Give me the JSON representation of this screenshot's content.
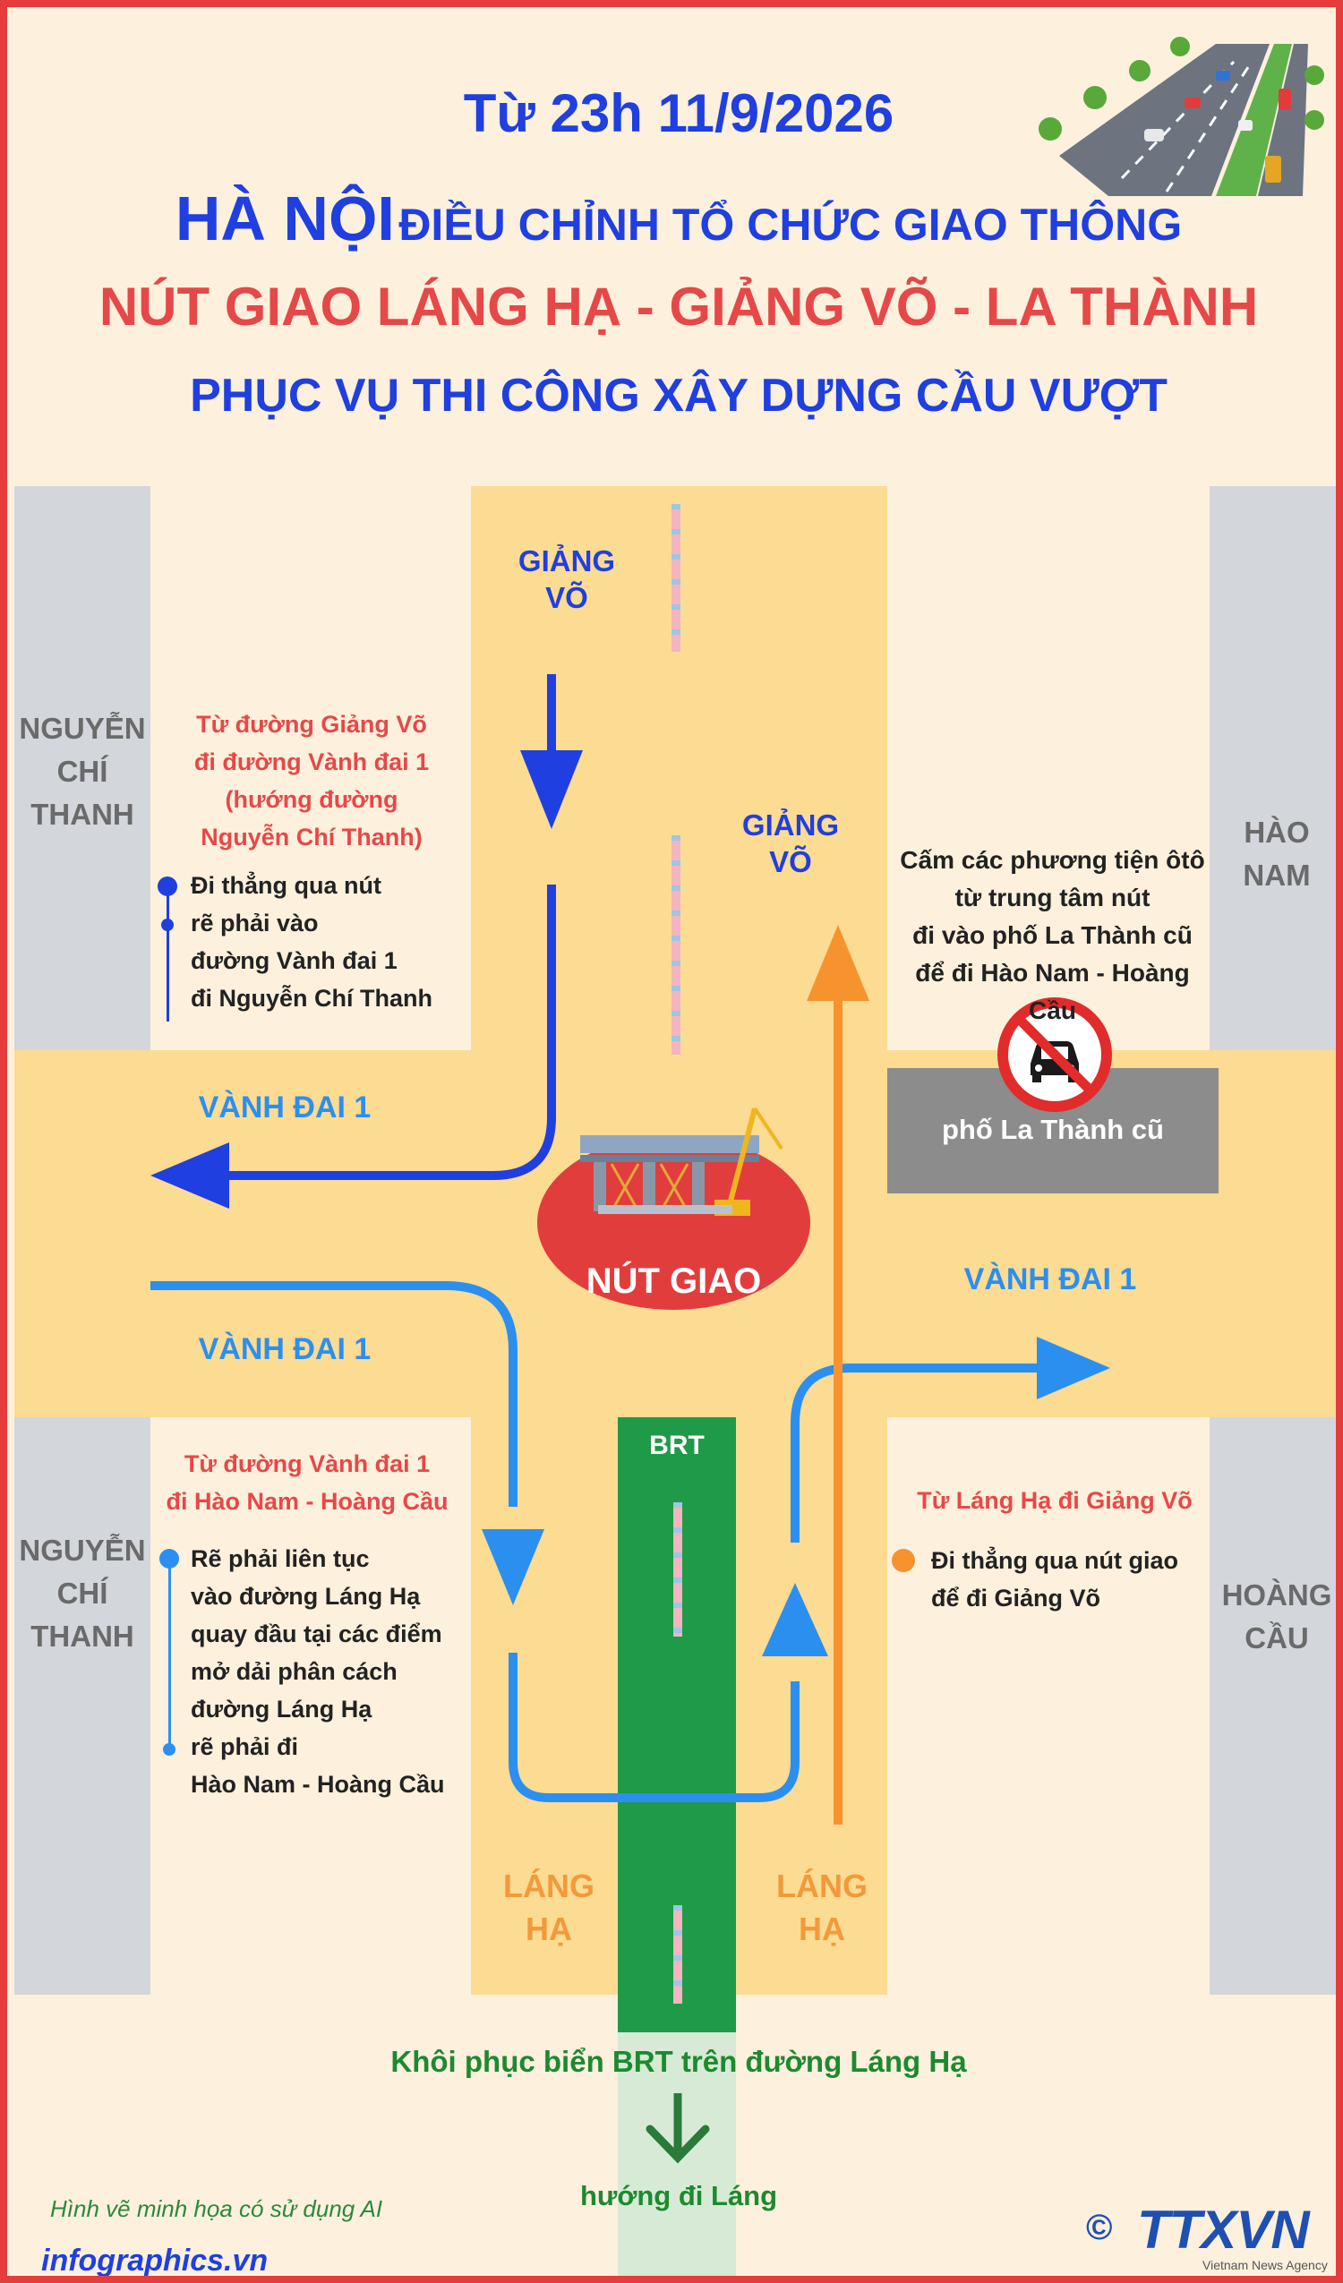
{
  "header": {
    "date_line": "Từ 23h 11/9/2026",
    "city": "HÀ NỘI",
    "headline": "ĐIỀU CHỈNH TỔ CHỨC GIAO THÔNG",
    "junction": "NÚT GIAO LÁNG HẠ - GIẢNG VÕ - LA THÀNH",
    "purpose": "PHỤC VỤ THI CÔNG XÂY DỰNG CẦU VƯỢT"
  },
  "streets": {
    "giang_vo_top": [
      "GIẢNG",
      "VÕ"
    ],
    "giang_vo_mid": [
      "GIẢNG",
      "VÕ"
    ],
    "vanh_dai_west_upper": "VÀNH ĐAI 1",
    "vanh_dai_west_lower": "VÀNH ĐAI 1",
    "vanh_dai_east": "VÀNH ĐAI 1",
    "nguyen_chi_thanh_upper": [
      "NGUYỄN",
      "CHÍ",
      "THANH"
    ],
    "nguyen_chi_thanh_lower": [
      "NGUYỄN",
      "CHÍ",
      "THANH"
    ],
    "hao_nam": [
      "HÀO",
      "NAM"
    ],
    "hoang_cau": [
      "HOÀNG",
      "CẦU"
    ],
    "lang_ha_left": [
      "LÁNG",
      "HẠ"
    ],
    "lang_ha_right": [
      "LÁNG",
      "HẠ"
    ],
    "la_thanh_cu": "phố La Thành cũ",
    "brt": "BRT"
  },
  "junction_badge": "NÚT GIAO",
  "route_giang_vo": {
    "title": [
      "Từ đường Giảng Võ",
      "đi đường Vành đai 1",
      "(hướng đường",
      "Nguyễn Chí Thanh)"
    ],
    "steps": [
      "Đi thẳng qua nút",
      "rẽ phải vào",
      "đường Vành đai 1",
      "đi Nguyễn Chí Thanh"
    ]
  },
  "route_vanh_dai": {
    "title": [
      "Từ đường Vành đai 1",
      "đi Hào Nam - Hoàng Cầu"
    ],
    "steps": [
      "Rẽ phải liên tục",
      "vào đường Láng Hạ",
      "quay đầu tại các điểm",
      "mở dải phân cách",
      "đường Láng Hạ",
      "rẽ phải đi",
      "Hào Nam - Hoàng Cầu"
    ]
  },
  "route_lang_ha": {
    "title": "Từ Láng Hạ đi Giảng Võ",
    "steps": [
      "Đi thẳng qua nút giao",
      "để đi Giảng Võ"
    ]
  },
  "prohibition": [
    "Cấm các phương tiện ôtô",
    "từ trung tâm nút",
    "đi vào phố La Thành cũ",
    "để đi Hào Nam - Hoàng Cầu"
  ],
  "brt_restore": "Khôi phục biển BRT trên đường Láng Hạ",
  "brt_direction": "hướng đi Láng",
  "footer": {
    "ai_note": "Hình vẽ minh họa có sử dụng AI",
    "website": "infographics.vn",
    "logo_text": "TTXVN",
    "logo_sub": "Vietnam News Agency",
    "copyright": "©"
  },
  "colors": {
    "border": "#e63c3c",
    "road": "#fcdb93",
    "side_street": "#d3d6db",
    "dark_blue": "#1f3fe0",
    "light_blue": "#2b8ff0",
    "orange": "#f7932e",
    "brt_green": "#1f9a48"
  },
  "icons": [
    "car-prohibited-icon",
    "construction-icon",
    "road-illustration-icon",
    "arrow-down-icon"
  ]
}
